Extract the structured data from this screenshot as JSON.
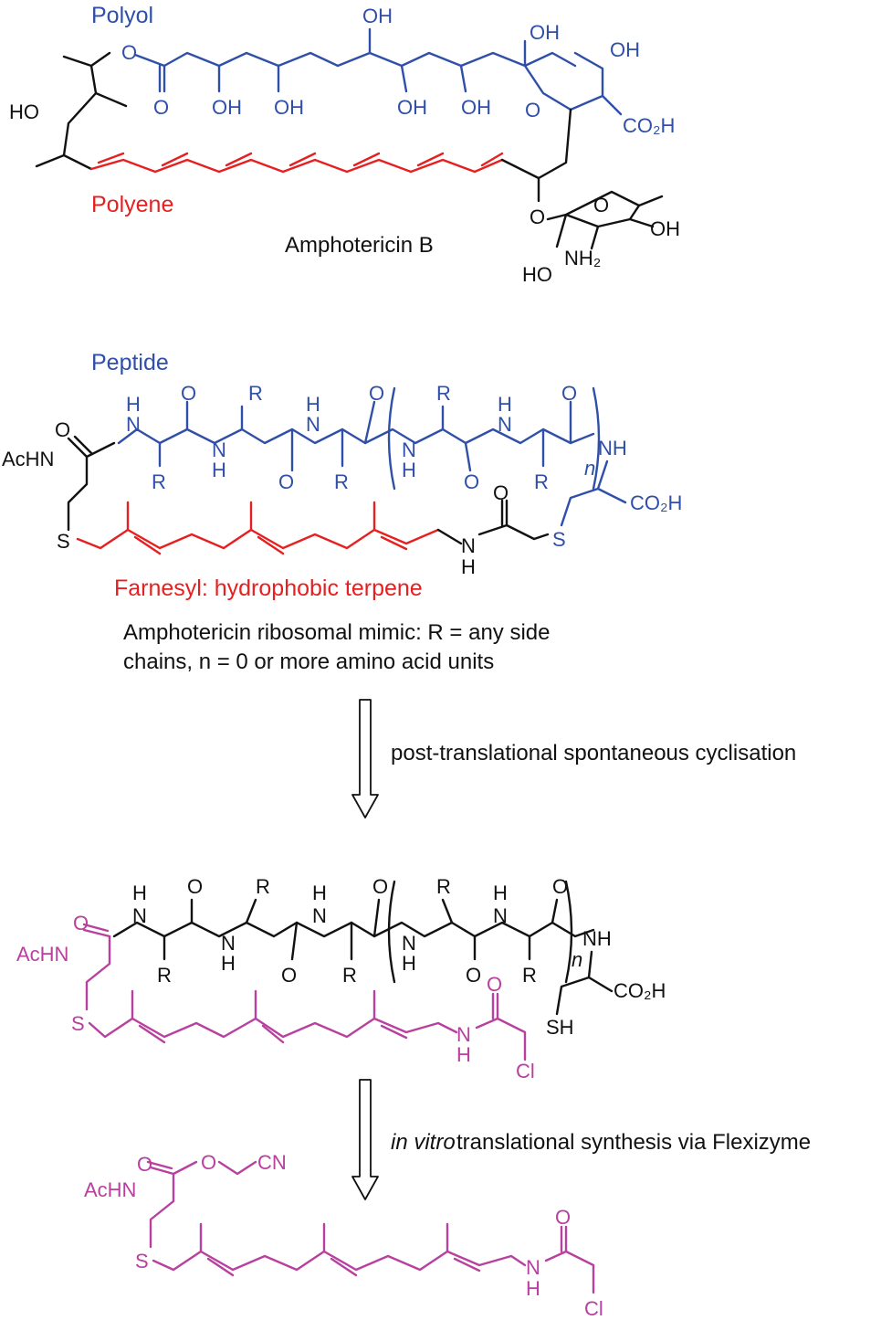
{
  "amphotericin": {
    "polyol_label": "Polyol",
    "polyene_label": "Polyene",
    "name": "Amphotericin B",
    "atoms": {
      "ho_left": "HO",
      "o_ester": "O",
      "o_carbonyl": "O",
      "oh1": "OH",
      "oh2": "OH",
      "oh3": "OH",
      "oh4": "OH",
      "oh5": "OH",
      "oh6": "OH",
      "oh7": "OH",
      "o_ring": "O",
      "co2h": "CO₂H",
      "o_gly": "O",
      "o_sugar": "O",
      "oh_sugar": "OH",
      "nh2": "NH₂",
      "ho_sugar": "HO"
    }
  },
  "mimic": {
    "peptide_label": "Peptide",
    "farnesyl_label": "Farnesyl: hydrophobic terpene",
    "caption_line1": "Amphotericin ribosomal mimic: R = any side",
    "caption_line2": "chains, n = 0 or more amino acid units",
    "atoms": {
      "achn": "AcHN",
      "o": "O",
      "h": "H",
      "n": "N",
      "r": "R",
      "nh": "NH",
      "co2h": "CO₂H",
      "s": "S",
      "n_idx": "n"
    }
  },
  "step1": {
    "label": "post-translational spontaneous cyclisation"
  },
  "linear": {
    "atoms": {
      "achn": "AcHN",
      "o": "O",
      "h": "H",
      "n": "N",
      "r": "R",
      "nh": "NH",
      "co2h": "CO₂H",
      "s": "S",
      "sh": "SH",
      "cl": "Cl",
      "n_idx": "n"
    }
  },
  "step2": {
    "label_italic": "in vitro",
    "label_rest": " translational synthesis via Flexizyme"
  },
  "precursor": {
    "atoms": {
      "achn": "AcHN",
      "o": "O",
      "cn": "CN",
      "s": "S",
      "cl": "Cl",
      "h": "H",
      "n": "N"
    }
  }
}
